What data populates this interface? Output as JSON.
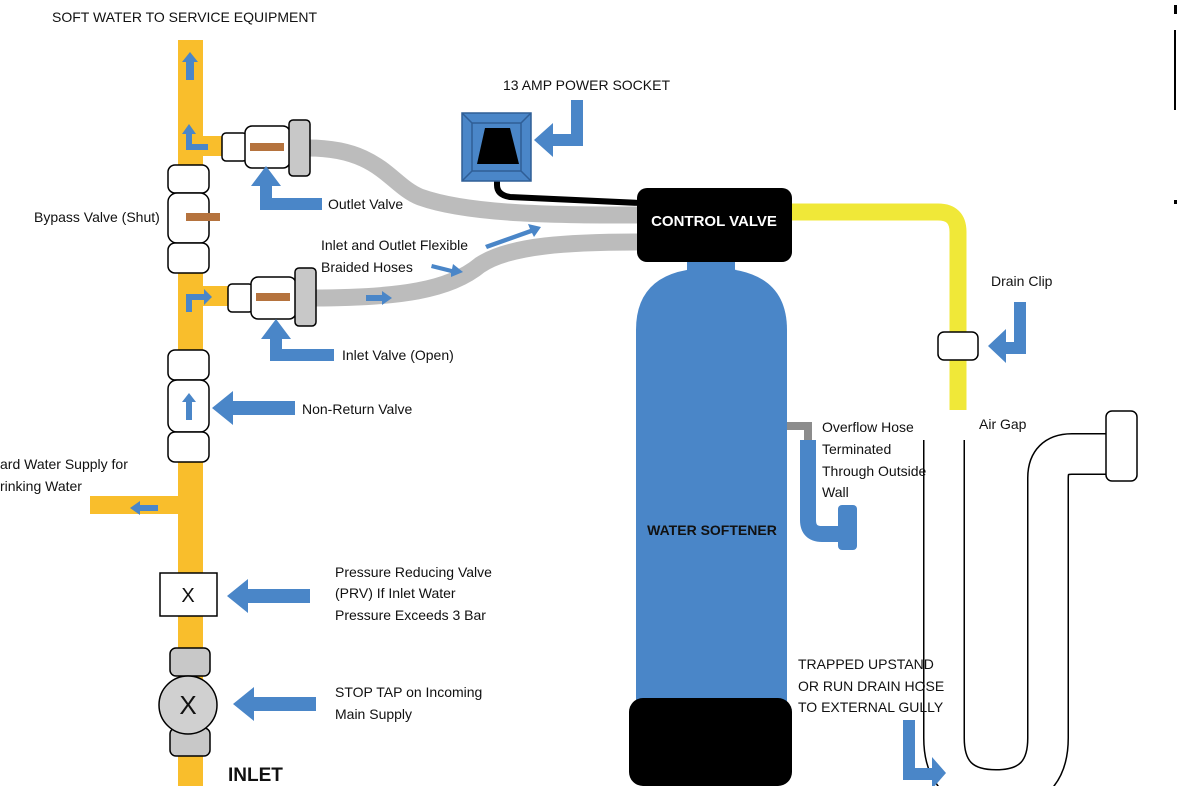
{
  "labels": {
    "soft_water": "SOFT WATER TO SERVICE EQUIPMENT",
    "power_socket": "13 AMP POWER SOCKET",
    "control_valve": "CONTROL VALVE",
    "outlet_valve": "Outlet Valve",
    "bypass_valve": "Bypass Valve (Shut)",
    "hoses_line1": "Inlet and Outlet Flexible",
    "hoses_line2": "Braided Hoses",
    "inlet_valve": "Inlet Valve (Open)",
    "drain_clip": "Drain Clip",
    "non_return": "Non-Return Valve",
    "air_gap": "Air Gap",
    "overflow_line1": "Overflow Hose",
    "overflow_line2": "Terminated",
    "overflow_line3": "Through Outside",
    "overflow_line4": "Wall",
    "hard_line1": "ard Water Supply for",
    "hard_line2": "rinking Water",
    "water_softener": "WATER SOFTENER",
    "prv_line1": "Pressure Reducing Valve",
    "prv_line2": "(PRV) If Inlet Water",
    "prv_line3": "Pressure Exceeds 3 Bar",
    "prv_mark": "X",
    "trapped_line1": "TRAPPED UPSTAND",
    "trapped_line2": "OR RUN DRAIN HOSE",
    "trapped_line3": "TO EXTERNAL GULLY",
    "stop_tap_line1": "STOP TAP on Incoming",
    "stop_tap_line2": "Main Supply",
    "stop_tap_mark": "X",
    "inlet": "INLET"
  },
  "colors": {
    "pipe": "#F9BE2C",
    "drain": "#F0E838",
    "hose": "#BCBCBC",
    "arrow": "#4A86C8",
    "tank": "#4A86C8",
    "black": "#000000"
  }
}
